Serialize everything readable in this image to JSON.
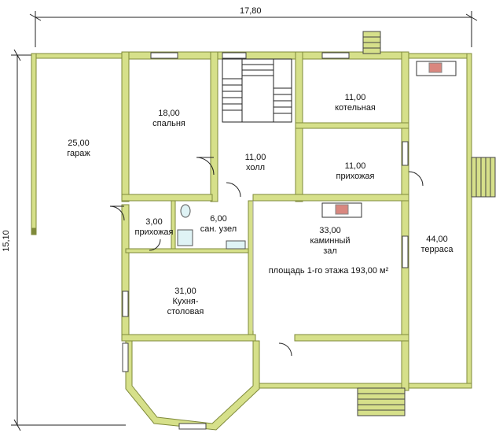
{
  "dimensions": {
    "width": "17,80",
    "height": "15,10"
  },
  "rooms": {
    "garage": {
      "area": "25,00",
      "name": "гараж"
    },
    "bedroom": {
      "area": "18,00",
      "name": "спальня"
    },
    "hall": {
      "area": "11,00",
      "name": "холл"
    },
    "boiler": {
      "area": "11,00",
      "name": "котельная"
    },
    "entry_right": {
      "area": "11,00",
      "name": "прихожая"
    },
    "entry_left": {
      "area": "3,00",
      "name": "прихожая"
    },
    "bathroom": {
      "area": "6,00",
      "name": "сан. узел"
    },
    "fireplace": {
      "area": "33,00",
      "name": "каминный",
      "name2": "зал"
    },
    "terrace": {
      "area": "44,00",
      "name": "терраса"
    },
    "kitchen": {
      "area": "31,00",
      "name": "Кухня-",
      "name2": "столовая"
    }
  },
  "floor_area_label": "площадь 1-го этажа 193,00 м²",
  "colors": {
    "wall": "#d6e08a",
    "wall_edge": "#7f8a3a",
    "line": "#222222"
  },
  "watermark_icon": "watermark-text"
}
